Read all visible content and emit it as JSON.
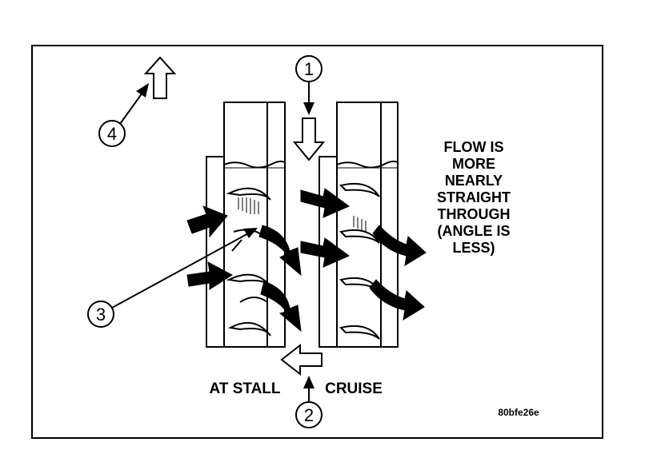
{
  "callouts": [
    "1",
    "2",
    "3",
    "4"
  ],
  "labels": {
    "at_stall": "AT STALL",
    "cruise": "CRUISE",
    "flow_note": [
      "FLOW IS",
      "MORE",
      "NEARLY",
      "STRAIGHT",
      "THROUGH",
      "(ANGLE IS",
      "LESS)"
    ]
  },
  "figure_ref": "80bfe26e"
}
